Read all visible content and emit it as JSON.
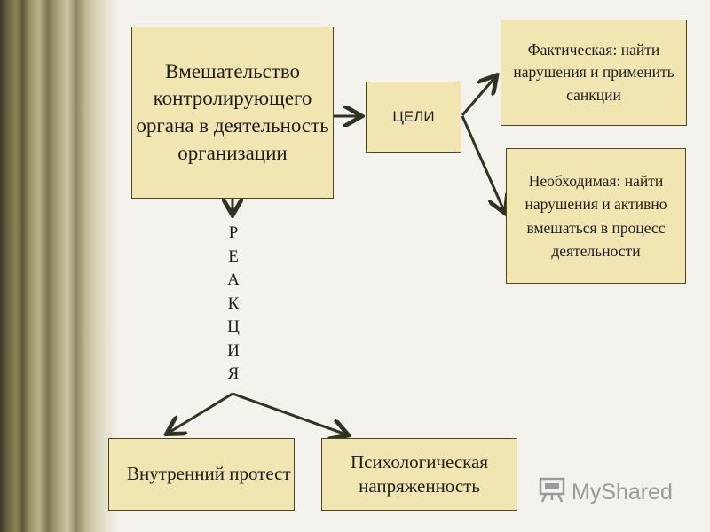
{
  "boxes": {
    "main": "Вмешательство контролирующего органа в деятельность организации",
    "goals": "ЦЕЛИ",
    "actual": "Фактическая: найти нарушения и применить санкции",
    "needed": "Необходимая: найти нарушения и активно вмешаться в процесс деятельности",
    "protest": "Внутренний протест",
    "tension": "Психологическая напряженность"
  },
  "vertical_label": [
    "Р",
    "Е",
    "А",
    "К",
    "Ц",
    "И",
    "Я"
  ],
  "watermark": {
    "text": "MyShared",
    "icon": "presentation-board-icon"
  },
  "colors": {
    "box_fill": "#f1e6b2",
    "box_border": "#4a4628",
    "arrow": "#2f3320",
    "band_dark": "#3d3a24"
  }
}
